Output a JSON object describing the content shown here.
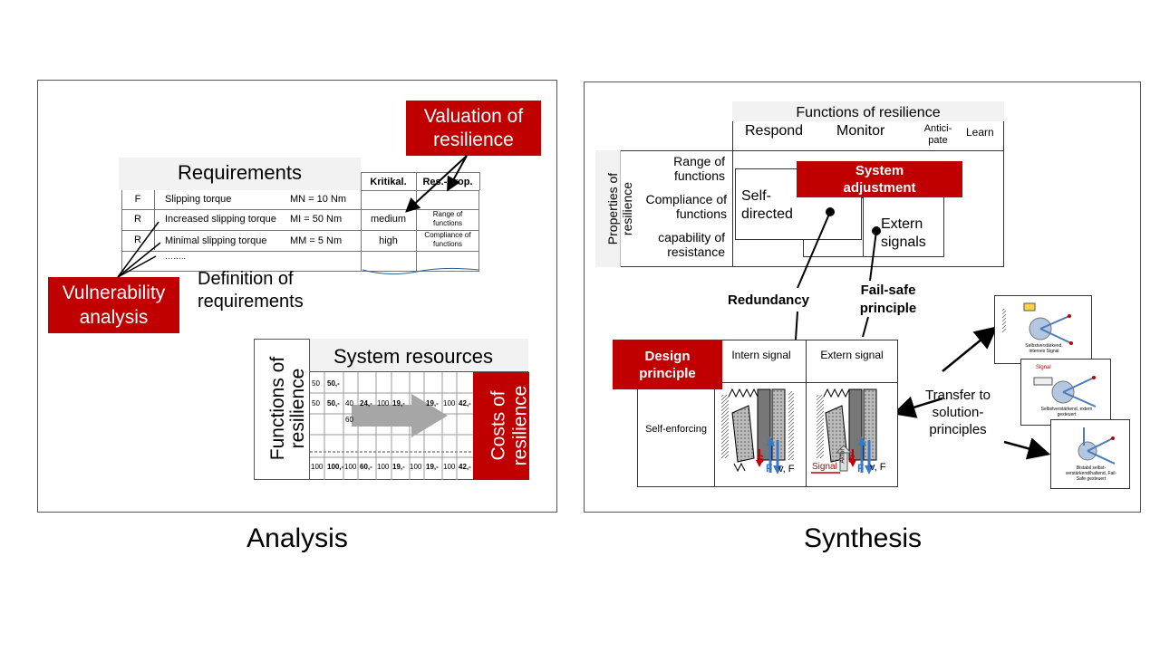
{
  "analysis": {
    "caption": "Analysis",
    "valuation_label": "Valuation of resilience",
    "requirements_title": "Requirements",
    "col_kritikal": "Kritikal.",
    "col_resprop": "Res.-Prop.",
    "rows": [
      {
        "type": "F",
        "desc": "Slipping torque",
        "value": "MN = 10 Nm",
        "krit": "",
        "prop": ""
      },
      {
        "type": "R",
        "desc": "Increased slipping torque",
        "value": "MI = 50 Nm",
        "krit": "medium",
        "prop": "Range of functions"
      },
      {
        "type": "R",
        "desc": "Minimal slipping torque",
        "value": "MM = 5 Nm",
        "krit": "high",
        "prop": "Compliance of functions"
      }
    ],
    "ellipsis": "……..",
    "vulnerability_label": "Vulnerability analysis",
    "definition_label": "Definition of requirements",
    "functions_label": "Functions of resilience",
    "system_resources_title": "System resources",
    "costs_label": "Costs of resilience",
    "resource_row1": [
      "50",
      "50,-"
    ],
    "resource_row2": [
      "50",
      "50,-",
      "40",
      "24,-",
      "100",
      "19,-",
      "19,-",
      "100",
      "42,-"
    ],
    "resource_row3": [
      "60"
    ],
    "resource_row_bottom": [
      "100",
      "100,-",
      "100",
      "60,-",
      "100",
      "19,-",
      "100",
      "19,-",
      "100",
      "42,-"
    ]
  },
  "synthesis": {
    "caption": "Synthesis",
    "functions_header": "Functions of resilience",
    "functions": [
      "Respond",
      "Monitor",
      "Antici-pate",
      "Learn"
    ],
    "properties_label": "Properties of resilience",
    "properties": [
      "Range of functions",
      "Compliance of functions",
      "capability of resistance"
    ],
    "system_adjustment": "System adjustment",
    "self_directed": "Self-directed",
    "extern_signals": "Extern signals",
    "redundancy": "Redundancy",
    "fail_safe": "Fail-safe principle",
    "design_principle": "Design principle",
    "intern_signal": "Intern signal",
    "extern_signal": "Extern signal",
    "self_enforcing": "Self-enforcing",
    "transfer_label": "Transfer to solution-principles",
    "mech_labels": {
      "s": "S",
      "f": "F",
      "vf": "v, F",
      "signal": "Signal",
      "aktor": "Aktor"
    },
    "thumbs": [
      {
        "caption": "Selbstverstärkend, internes Signal"
      },
      {
        "caption": "Selbstverstärkend, extern gesteuert",
        "label": "Signal"
      },
      {
        "caption": "Bistabil selbst-verstärkend/haltend, Fail-Safe gesteuert"
      }
    ]
  }
}
